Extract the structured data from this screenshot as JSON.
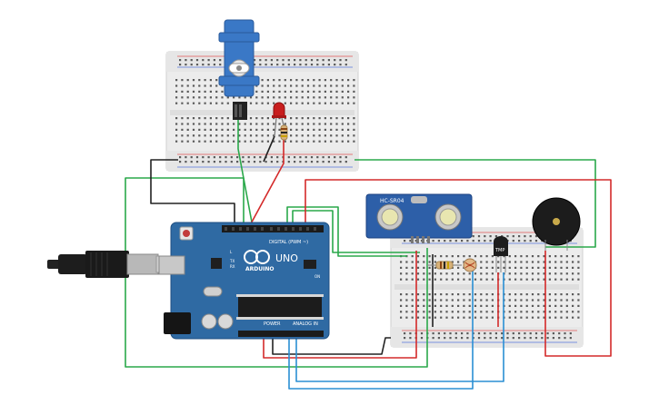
{
  "arduino": {
    "brand": "ARDUINO",
    "model": "UNO",
    "digital_label": "DIGITAL (PWM ~)",
    "power_label": "POWER",
    "analog_label": "ANALOG IN",
    "tx_label": "TX",
    "rx_label": "RX",
    "on_label": "ON",
    "l_label": "L"
  },
  "sensor": {
    "label": "HC-SR04"
  },
  "tmp_sensor": {
    "label": "TMP"
  },
  "colors": {
    "board_blue": "#2f6aa3",
    "breadboard": "#eeeeee",
    "wire_green": "#2aa84a",
    "wire_red": "#d42a2a",
    "wire_black": "#222222",
    "wire_blue": "#2a8fd4",
    "servo_blue": "#3a78c6",
    "led_red": "#c81e1e",
    "buzzer": "#1c1c1c"
  },
  "components": {
    "servo": "servo-motor-icon",
    "led": "led-icon",
    "resistor": "resistor-icon",
    "ultrasonic": "ultrasonic-sensor-icon",
    "buzzer": "piezo-buzzer-icon",
    "photoresistor": "photoresistor-icon",
    "usb_cable": "usb-cable-icon"
  }
}
